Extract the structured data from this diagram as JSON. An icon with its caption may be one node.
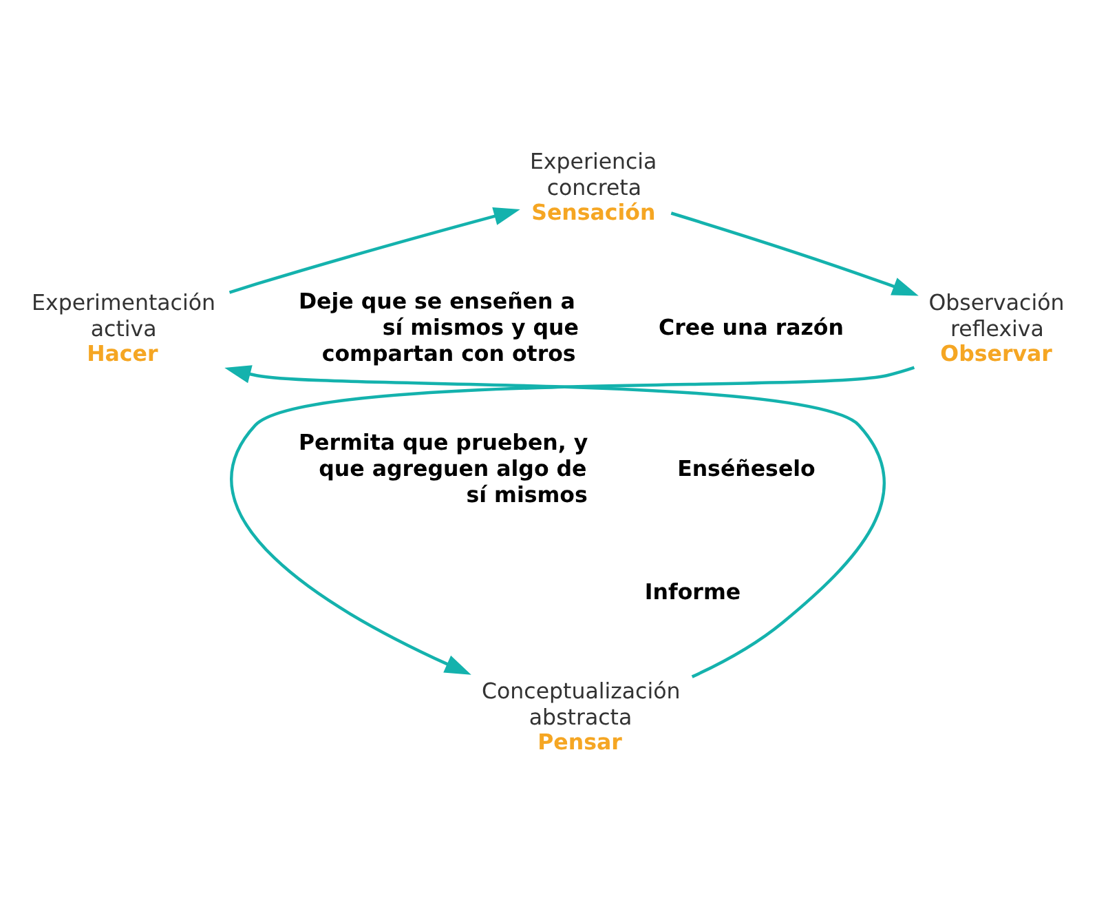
{
  "diagram": {
    "nodes": [
      {
        "text": [
          "Experiencia concreta",
          "Sensación"
        ]
      },
      {
        "text": [
          "Observación reflexiva",
          "Observar"
        ]
      },
      {
        "text": [
          "Conceptualización abstracta",
          "Pensar"
        ]
      },
      {
        "text": [
          "Experimentación activa",
          "Hacer"
        ]
      }
    ],
    "edges": [
      {
        "from": 0,
        "to": 1,
        "arrow": "to"
      },
      {
        "from": 1,
        "to": 2,
        "arrow": "to"
      },
      {
        "from": 2,
        "to": 3,
        "arrow": "to"
      },
      {
        "from": 3,
        "to": 0,
        "arrow": "to"
      }
    ],
    "labels": [
      "Deje que se enseñen a sí mismos y que compartan con otros",
      "Cree una razón",
      "Permita que prueben, y que agreguen algo de sí mismos",
      "Enséñeselo",
      "Informe"
    ]
  }
}
